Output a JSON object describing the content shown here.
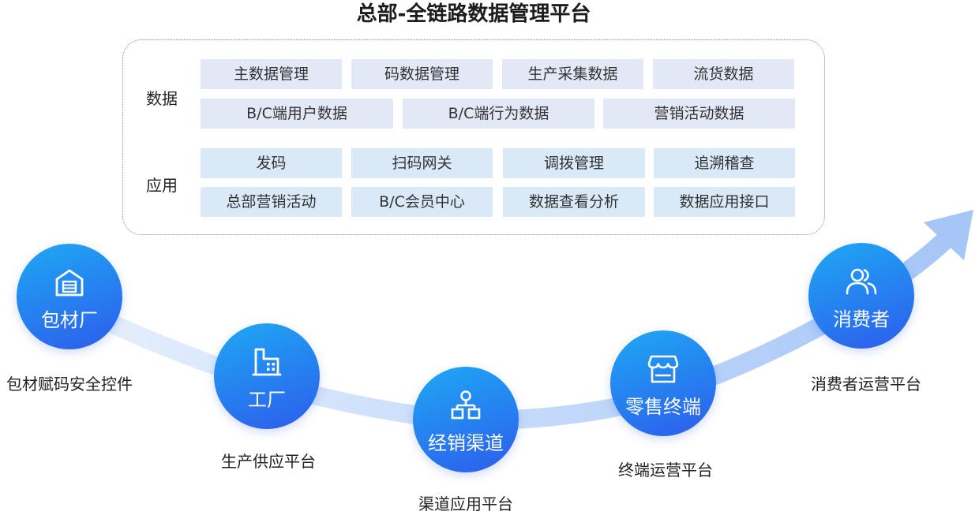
{
  "title": "总部-全链路数据管理平台",
  "platform": {
    "data": {
      "label": "数据",
      "modules": [
        [
          "主数据管理",
          "码数据管理",
          "生产采集数据",
          "流货数据"
        ],
        [
          "B/C端用户数据",
          "B/C端行为数据",
          "营销活动数据"
        ]
      ]
    },
    "applications": {
      "label": "应用",
      "modules": [
        [
          "发码",
          "扫码网关",
          "调拨管理",
          "追溯稽查"
        ],
        [
          "总部营销活动",
          "B/C会员中心",
          "数据查看分析",
          "数据应用接口"
        ]
      ]
    }
  },
  "chain": [
    {
      "name": "包材厂",
      "icon": "warehouse-icon",
      "platform": "包材赋码安全控件"
    },
    {
      "name": "工厂",
      "icon": "factory-icon",
      "platform": "生产供应平台"
    },
    {
      "name": "经销渠道",
      "icon": "org-chart-icon",
      "platform": "渠道应用平台"
    },
    {
      "name": "零售终端",
      "icon": "store-icon",
      "platform": "终端运营平台"
    },
    {
      "name": "消费者",
      "icon": "users-icon",
      "platform": "消费者运营平台"
    }
  ],
  "colors": {
    "node_gradient_top": "#1ea9f4",
    "node_gradient_bottom": "#2d5cec",
    "data_cell": "#e3e8f7",
    "app_cell": "#d9e9f8",
    "flow_start": "#e8f1fd",
    "flow_end": "#a6c6f7"
  }
}
